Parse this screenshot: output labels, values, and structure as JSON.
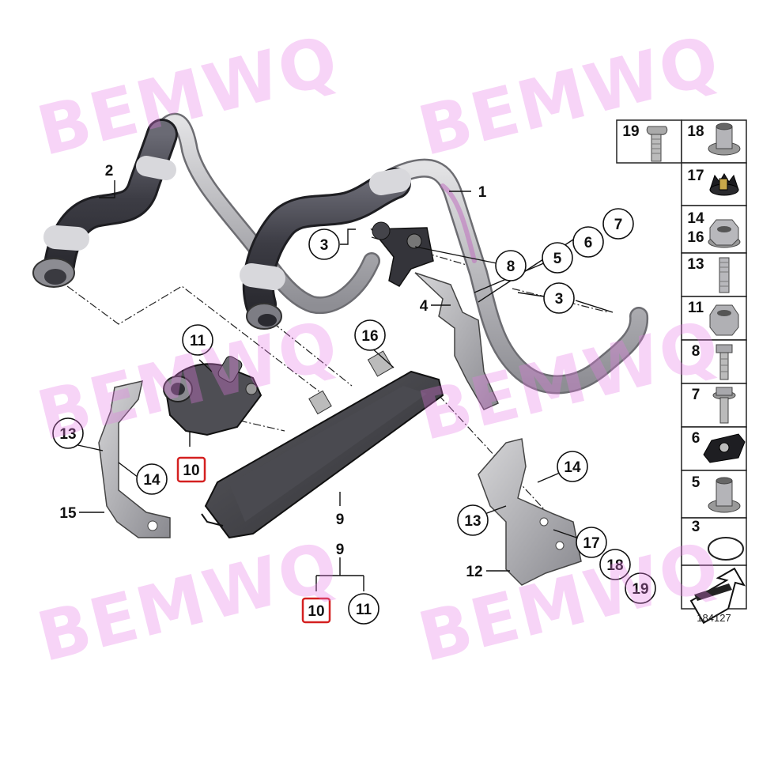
{
  "diagram": {
    "callouts": [
      {
        "id": "c1",
        "label": "1",
        "circled": false
      },
      {
        "id": "c2",
        "label": "2",
        "circled": false
      },
      {
        "id": "c3a",
        "label": "3",
        "circled": true
      },
      {
        "id": "c3b",
        "label": "3",
        "circled": true
      },
      {
        "id": "c4",
        "label": "4",
        "circled": false
      },
      {
        "id": "c5",
        "label": "5",
        "circled": true
      },
      {
        "id": "c6",
        "label": "6",
        "circled": true
      },
      {
        "id": "c7",
        "label": "7",
        "circled": true
      },
      {
        "id": "c8",
        "label": "8",
        "circled": true
      },
      {
        "id": "c9a",
        "label": "9",
        "circled": false
      },
      {
        "id": "c9b",
        "label": "9",
        "circled": false
      },
      {
        "id": "c10a",
        "label": "10",
        "circled": false,
        "highlight": true
      },
      {
        "id": "c10b",
        "label": "10",
        "circled": false,
        "highlight": true
      },
      {
        "id": "c11a",
        "label": "11",
        "circled": true
      },
      {
        "id": "c11b",
        "label": "11",
        "circled": true
      },
      {
        "id": "c12",
        "label": "12",
        "circled": false
      },
      {
        "id": "c13a",
        "label": "13",
        "circled": true
      },
      {
        "id": "c13b",
        "label": "13",
        "circled": true
      },
      {
        "id": "c14a",
        "label": "14",
        "circled": true
      },
      {
        "id": "c14b",
        "label": "14",
        "circled": true
      },
      {
        "id": "c15",
        "label": "15",
        "circled": false
      },
      {
        "id": "c16",
        "label": "16",
        "circled": true
      },
      {
        "id": "c17",
        "label": "17",
        "circled": true
      },
      {
        "id": "c18",
        "label": "18",
        "circled": true
      },
      {
        "id": "c19",
        "label": "19",
        "circled": true
      }
    ],
    "parts_panel": {
      "cells": [
        {
          "id": "p19",
          "label": "19",
          "icon": "bolt-icon"
        },
        {
          "id": "p18",
          "label": "18",
          "icon": "rivet-nut-icon"
        },
        {
          "id": "p17",
          "label": "17",
          "icon": "grommet-icon"
        },
        {
          "id": "p14",
          "label": "14",
          "icon": "hex-collar-nut-icon"
        },
        {
          "id": "p16",
          "label": "16",
          "icon": ""
        },
        {
          "id": "p13",
          "label": "13",
          "icon": "stud-icon"
        },
        {
          "id": "p11",
          "label": "11",
          "icon": "hex-nut-icon"
        },
        {
          "id": "p8",
          "label": "8",
          "icon": "hex-bolt-icon"
        },
        {
          "id": "p7",
          "label": "7",
          "icon": "flange-bolt-icon"
        },
        {
          "id": "p6",
          "label": "6",
          "icon": "pipe-clamp-icon"
        },
        {
          "id": "p5",
          "label": "5",
          "icon": "rivet-nut-icon"
        },
        {
          "id": "p3",
          "label": "3",
          "icon": "o-ring-icon"
        }
      ],
      "reference_number": "184127",
      "arrow_icon": "direction-arrow-icon"
    },
    "watermark": "BEMWQ",
    "colors": {
      "hose_dark": "#4a4a52",
      "pipe_light": "#c4c4c8",
      "metal": "#a8a8ac",
      "cooler_body": "#3c3c40",
      "highlight": "#d42020",
      "watermark": "#f090f0"
    }
  }
}
